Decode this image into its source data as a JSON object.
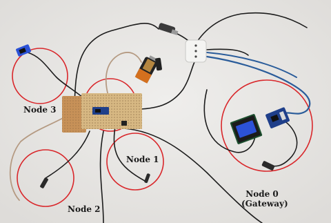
{
  "labels": {
    "node3": "Node 3",
    "node1": "Node 1",
    "node2": "Node 2",
    "node0": "Node 0",
    "gateway": "(Gateway)"
  },
  "colors": {
    "background": "#e9e8e6",
    "circle": "#d9262a",
    "wire_black": "#1b1b1b",
    "wire_blue": "#2a5c9a",
    "wire_tan": "#b59a82",
    "perfboard": "#c79158",
    "module_blue": "#1f3f8a",
    "lcd_screen": "#2c52d6"
  }
}
